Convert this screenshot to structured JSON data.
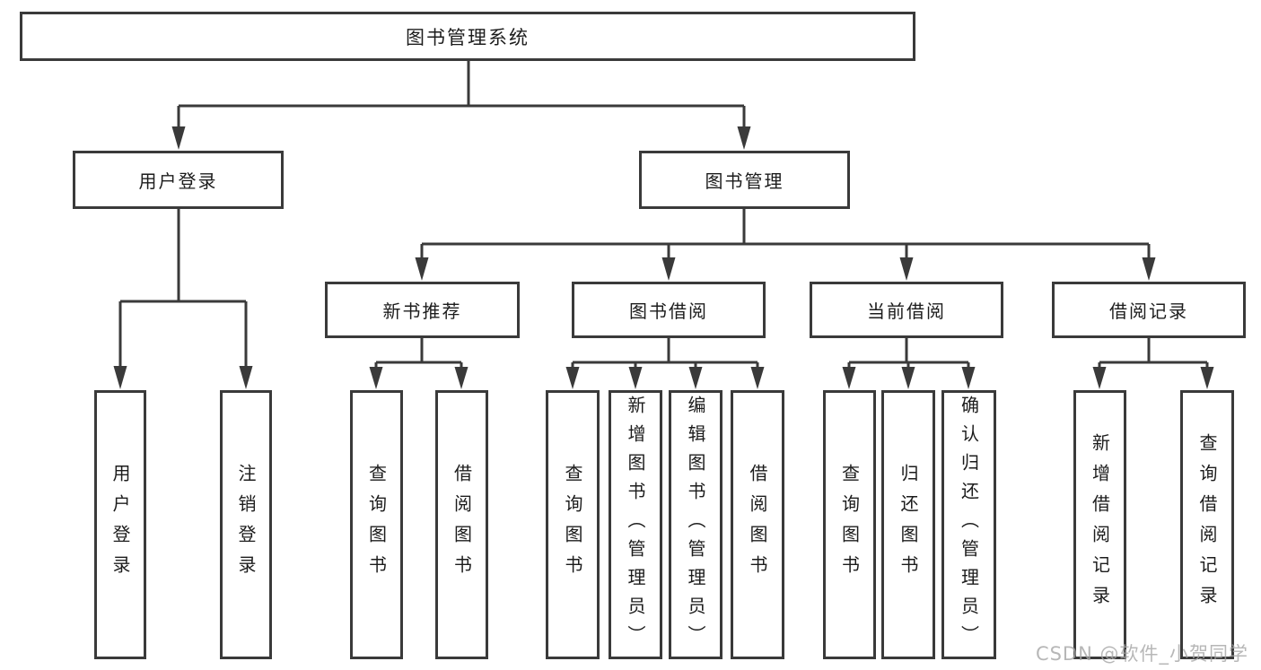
{
  "tree": {
    "label": "图书管理系统",
    "children": [
      {
        "label": "用户登录",
        "children": [
          {
            "label": "用户登录"
          },
          {
            "label": "注销登录"
          }
        ]
      },
      {
        "label": "图书管理",
        "children": [
          {
            "label": "新书推荐",
            "children": [
              {
                "label": "查询图书"
              },
              {
                "label": "借阅图书"
              }
            ]
          },
          {
            "label": "图书借阅",
            "children": [
              {
                "label": "查询图书"
              },
              {
                "label": "新增图书（管理员）"
              },
              {
                "label": "编辑图书（管理员）"
              },
              {
                "label": "借阅图书"
              }
            ]
          },
          {
            "label": "当前借阅",
            "children": [
              {
                "label": "查询图书"
              },
              {
                "label": "归还图书"
              },
              {
                "label": "确认归还（管理员）"
              }
            ]
          },
          {
            "label": "借阅记录",
            "children": [
              {
                "label": "新增借阅记录"
              },
              {
                "label": "查询借阅记录"
              }
            ]
          }
        ]
      }
    ]
  },
  "watermark": {
    "text": "CSDN @软件_小贺同学"
  },
  "colors": {
    "line": "#3a3a3a",
    "text": "#1c1c1c",
    "watermark": "#a6a6a6",
    "background": "#ffffff"
  }
}
